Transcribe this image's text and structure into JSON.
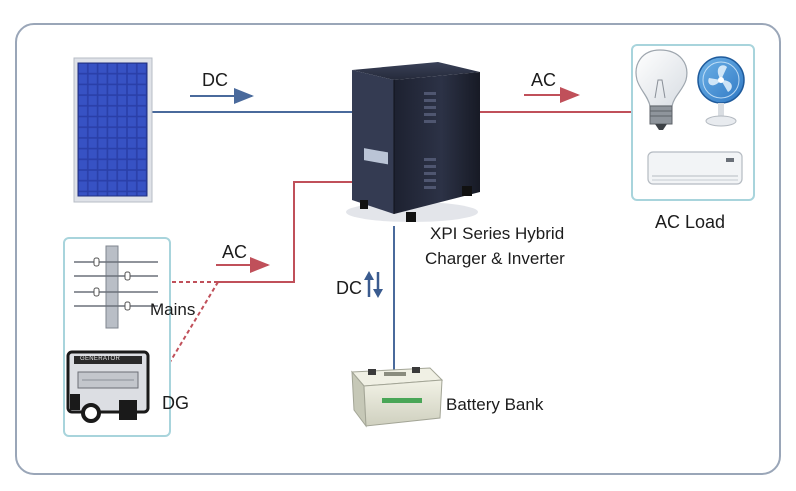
{
  "labels": {
    "solar_dc": "DC",
    "load_ac": "AC",
    "inverter_line1": "XPI Series Hybrid",
    "inverter_line2": "Charger & Inverter",
    "ac_load": "AC Load",
    "grid_ac": "AC",
    "battery_dc": "DC",
    "mains": "Mains",
    "dg": "DG",
    "battery_bank": "Battery Bank",
    "generator_plate": "GENERATOR"
  },
  "colors": {
    "dc_line": "#4a6a9c",
    "ac_line": "#c0505a",
    "frame": "#9aa6b8",
    "inset_border": "#a8d4dc"
  },
  "icons": [
    "solar-panel-icon",
    "inverter-icon",
    "light-bulb-icon",
    "fan-icon",
    "air-conditioner-icon",
    "utility-pole-icon",
    "generator-icon",
    "battery-icon",
    "bidirectional-arrow-icon"
  ]
}
